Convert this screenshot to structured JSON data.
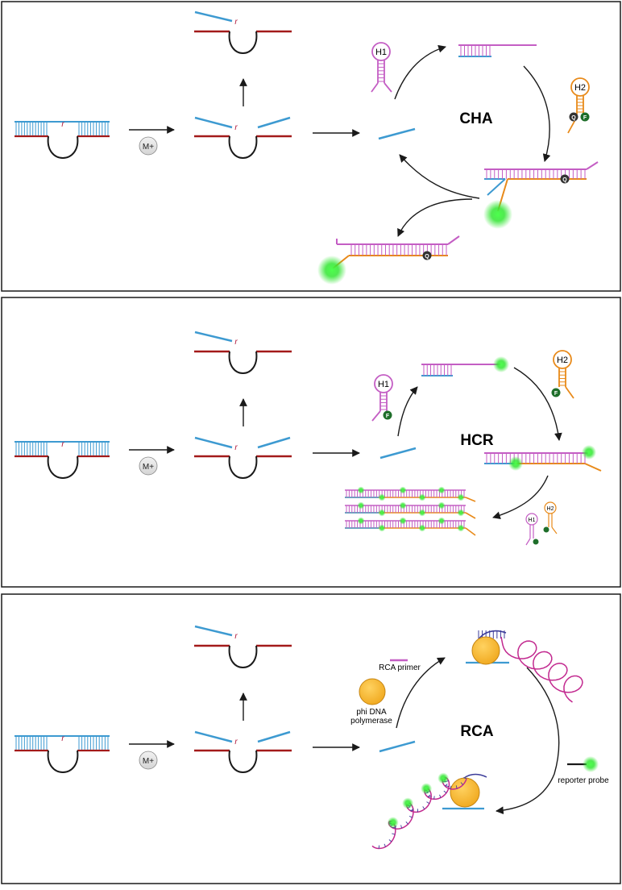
{
  "panels": [
    {
      "id": "cha",
      "title": "CHA",
      "metal_label": "M+",
      "cleave_mark": "r",
      "hairpins": [
        "H1",
        "H2"
      ],
      "marks": {
        "quencher": "Q",
        "fluor": "F"
      }
    },
    {
      "id": "hcr",
      "title": "HCR",
      "metal_label": "M+",
      "cleave_mark": "r",
      "hairpins": [
        "H1",
        "H2"
      ],
      "marks": {
        "fluor": "F"
      }
    },
    {
      "id": "rca",
      "title": "RCA",
      "metal_label": "M+",
      "cleave_mark": "r",
      "labels": {
        "primer": "RCA primer",
        "polymerase_line1": "phi DNA",
        "polymerase_line2": "polymerase",
        "reporter": "reporter probe"
      }
    }
  ],
  "colors": {
    "blue": "#3d9ad1",
    "red": "#a31a1a",
    "purple": "#c45ec4",
    "orange": "#e88a1a",
    "green": "#33e633",
    "dark_green": "#1e6e2a",
    "yellow": "#f5b42a",
    "black": "#1a1a1a",
    "magenta_coil": "#c2298f"
  }
}
